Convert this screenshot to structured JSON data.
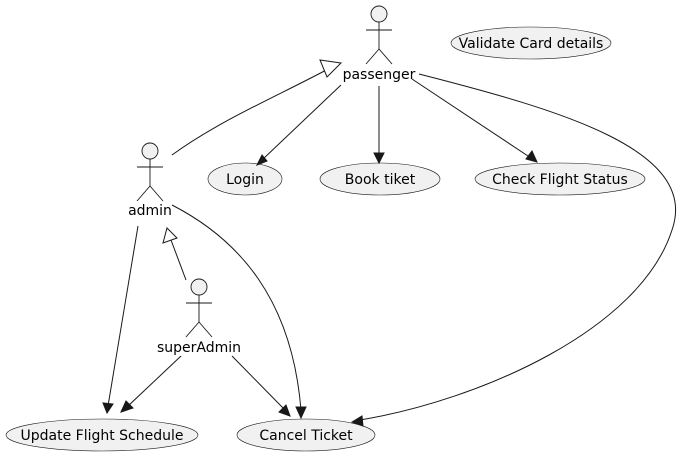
{
  "actors": {
    "passenger": "passenger",
    "admin": "admin",
    "superAdmin": "superAdmin"
  },
  "usecases": {
    "validate": "Validate Card details",
    "login": "Login",
    "book": "Book tiket",
    "status": "Check Flight Status",
    "update": "Update Flight Schedule",
    "cancel": "Cancel Ticket"
  },
  "relations": [
    {
      "from": "admin",
      "to": "passenger",
      "kind": "generalization"
    },
    {
      "from": "superAdmin",
      "to": "admin",
      "kind": "generalization"
    },
    {
      "from": "passenger",
      "to": "Login",
      "kind": "association"
    },
    {
      "from": "passenger",
      "to": "Book tiket",
      "kind": "association"
    },
    {
      "from": "passenger",
      "to": "Check Flight Status",
      "kind": "association"
    },
    {
      "from": "passenger",
      "to": "Cancel Ticket",
      "kind": "association"
    },
    {
      "from": "admin",
      "to": "Update Flight Schedule",
      "kind": "association"
    },
    {
      "from": "admin",
      "to": "Cancel Ticket",
      "kind": "association"
    },
    {
      "from": "superAdmin",
      "to": "Update Flight Schedule",
      "kind": "association"
    },
    {
      "from": "superAdmin",
      "to": "Cancel Ticket",
      "kind": "association"
    }
  ],
  "colors": {
    "fill": "#F1F1F1",
    "stroke": "#181818",
    "background": "#FFFFFF"
  }
}
